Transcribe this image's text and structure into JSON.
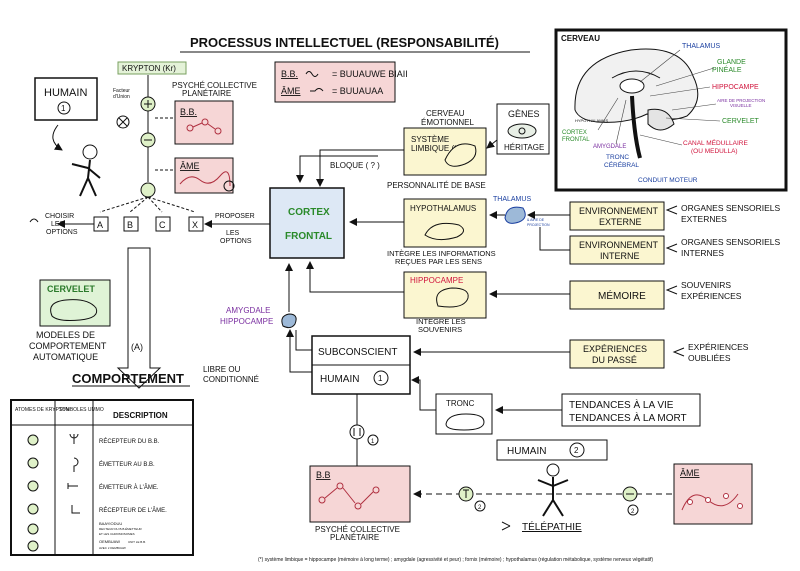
{
  "title": "PROCESSUS INTELLECTUEL (RESPONSABILITÉ)",
  "humain1": {
    "label": "HUMAIN",
    "num": "1"
  },
  "krypton": "KRYPTON (Kr)",
  "psyche_top": [
    "PSYCHÉ COLLECTIVE",
    "PLANÉTAIRE"
  ],
  "bb_label": "B.B.",
  "ame_label": "ÂME",
  "facteur": [
    "Facteur",
    "d'Union"
  ],
  "choisir": [
    "CHOISIR",
    "LES",
    "OPTIONS"
  ],
  "options": [
    "A",
    "B",
    "C",
    "X"
  ],
  "proposer": [
    "PROPOSER",
    "LES",
    "OPTIONS"
  ],
  "cervelet_label": "CERVELET",
  "modeles": [
    "MODELES DE",
    "COMPORTEMENT",
    "AUTOMATIQUE"
  ],
  "arrow_label": "(A)",
  "comportement": "COMPORTEMENT",
  "libre": [
    "LIBRE OU",
    "CONDITIONNÉ"
  ],
  "legend": {
    "headers": [
      "ATOMES DE KRYPTON",
      "SYMBOLES UMMO",
      "DESCRIPTION"
    ],
    "rows": [
      "RÉCEPTEUR DU B.B.",
      "ÉMETTEUR AU B.B.",
      "ÉMETTEUR À L'ÂME.",
      "RÉCEPTEUR DE L'ÂME."
    ],
    "extra1": [
      "BAAYIODUU",
      "RECTEUR DU B.B.ÉMETTEUR",
      "ET LES CHROMOSOMES"
    ],
    "extra2": [
      "OEMBUAW",
      "UNIT LE B.B.",
      "AVEC L'OEMBUAW"
    ]
  },
  "words": {
    "bb": "B.B.",
    "bb_text": "= BUUAUWE BIAII",
    "ame": "ÂME",
    "ame_text": "= BUUAUAA"
  },
  "bloque": "BLOQUE ( ? )",
  "cerveau_emotionnel": [
    "CERVEAU",
    "ÉMOTIONNEL"
  ],
  "systeme_limbique": [
    "SYSTÈME",
    "LIMBIQUE (*)"
  ],
  "personnalite": "PERSONNALITÉ DE BASE",
  "genes": [
    "GÈNES",
    "HÉRITAGE"
  ],
  "cortex": [
    "CORTEX",
    "FRONTAL"
  ],
  "hypothalamus": "HYPOTHALAMUS",
  "integre_info": [
    "INTÈGRE LES INFORMATIONS",
    "REÇUES PAR LES SENS"
  ],
  "thalamus_small": "THALAMUS",
  "relay": [
    "& AIRE DE",
    "PROJECTION"
  ],
  "hippocampe": "HIPPOCAMPE",
  "integre_souv": [
    "INTÈGRE LES",
    "SOUVENIRS"
  ],
  "amygdale": [
    "AMYGDALE",
    "HIPPOCAMPE"
  ],
  "env_externe": [
    "ENVIRONNEMENT",
    "EXTERNE"
  ],
  "env_interne": [
    "ENVIRONNEMENT",
    "INTERNE"
  ],
  "memoire": "MÉMOIRE",
  "organes_ext": [
    "ORGANES SENSORIELS",
    "EXTERNES"
  ],
  "organes_int": [
    "ORGANES SENSORIELS",
    "INTERNES"
  ],
  "souvenirs": [
    "SOUVENIRS",
    "EXPÉRIENCES"
  ],
  "exp_passe": [
    "EXPÉRIENCES",
    "DU PASSÉ"
  ],
  "exp_oubliees": [
    "EXPÉRIENCES",
    "OUBLIÉES"
  ],
  "subconscient": "SUBCONSCIENT",
  "humain_mid": {
    "label": "HUMAIN",
    "num": "1"
  },
  "tronc": "TRONC",
  "tendances": [
    "TENDANCES À LA VIE",
    "TENDANCES À LA MORT"
  ],
  "humain2": {
    "label": "HUMAIN",
    "num": "2"
  },
  "psyche_bottom": [
    "PSYCHÉ COLLECTIVE",
    "PLANÉTAIRE"
  ],
  "bb_bottom": "B.B",
  "ame_bottom": "ÂME",
  "telepathie": "TÉLÉPATHIE",
  "circle1": "1",
  "circle2": "2",
  "cerveau": {
    "title": "CERVEAU",
    "thalamus": "THALAMUS",
    "glande": [
      "GLANDE",
      "PINÉALE"
    ],
    "hippocampe": "HIPPOCAMPE",
    "aire": [
      "AIRE DE PROJECTION",
      "VISUELLE"
    ],
    "cervelet": "CERVELET",
    "cortex": [
      "CORTEX",
      "FRONTAL"
    ],
    "amygdale": "AMYGDALE",
    "canal": [
      "CANAL MÉDULLAIRE",
      "(OU MEDULLA)"
    ],
    "tronc": [
      "TRONC",
      "CÉRÉBRAL"
    ],
    "conduit": "CONDUIT MOTEUR",
    "hypo_small": "HYPOTHALAMUS"
  },
  "footnote": "(*) système limbique = hippocampe (mémoire à long terme) ; amygdale (agressivité et peur) ; fornix (mémoire) ; hypothalamus (régulation métabolique, système nerveux végétatif)",
  "colors": {
    "pink": "#f6d6d6",
    "yellow": "#fbf6d0",
    "green_box": "#dff3d6",
    "cortex": "#dde8f5",
    "purple": "#7a2fa0",
    "red": "#d0143c",
    "green_text": "#2a8a2a",
    "blue": "#1a3fa0"
  }
}
